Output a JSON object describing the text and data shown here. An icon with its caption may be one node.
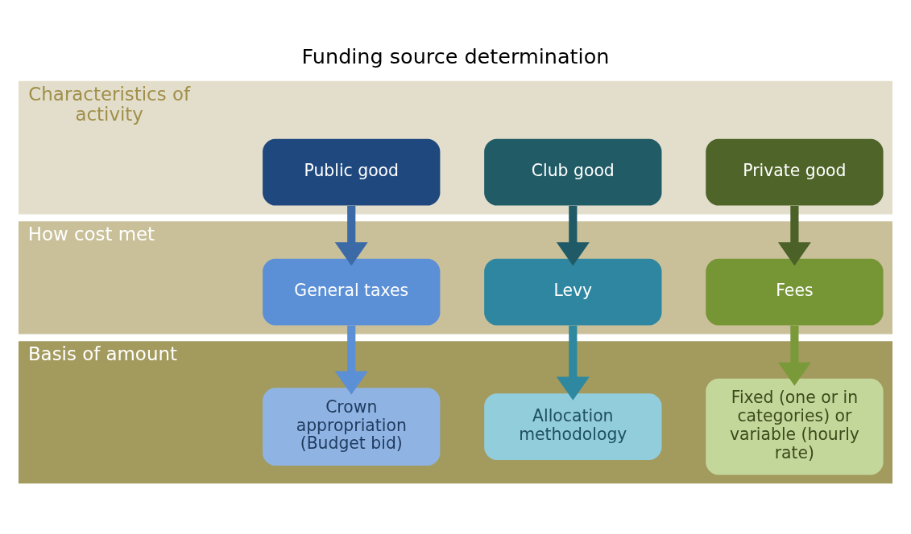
{
  "diagram": {
    "title": "Funding source determination",
    "nodes": [
      {
        "text": [
          "Characteristics of activity"
        ]
      },
      {
        "text": [
          "Public good"
        ],
        "in": 0
      },
      {
        "text": [
          "Club good"
        ],
        "in": 0
      },
      {
        "text": [
          "Private good"
        ],
        "in": 0
      },
      {
        "text": [
          "How cost met"
        ]
      },
      {
        "text": [
          "General taxes"
        ],
        "in": 4
      },
      {
        "text": [
          "Levy"
        ],
        "in": 4
      },
      {
        "text": [
          "Fees"
        ],
        "in": 4
      },
      {
        "text": [
          "Basis of amount"
        ]
      },
      {
        "text": [
          "Crown appropriation (Budget bid)"
        ],
        "in": 8
      },
      {
        "text": [
          "Allocation methodology"
        ],
        "in": 8
      },
      {
        "text": [
          "Fixed (one or in categories) or variable (hourly rate)"
        ],
        "in": 8
      }
    ],
    "edges": [
      {
        "from": 1,
        "to": 5,
        "arrow": "to",
        "color": "#3b6aa6"
      },
      {
        "from": 5,
        "to": 9,
        "arrow": "to",
        "color": "#5b8fd6"
      },
      {
        "from": 2,
        "to": 6,
        "arrow": "to",
        "color": "#1f5a66"
      },
      {
        "from": 6,
        "to": 10,
        "arrow": "to",
        "color": "#2e88a0"
      },
      {
        "from": 3,
        "to": 7,
        "arrow": "to",
        "color": "#4b6128"
      },
      {
        "from": 7,
        "to": 11,
        "arrow": "to",
        "color": "#7a9a3a"
      }
    ]
  }
}
